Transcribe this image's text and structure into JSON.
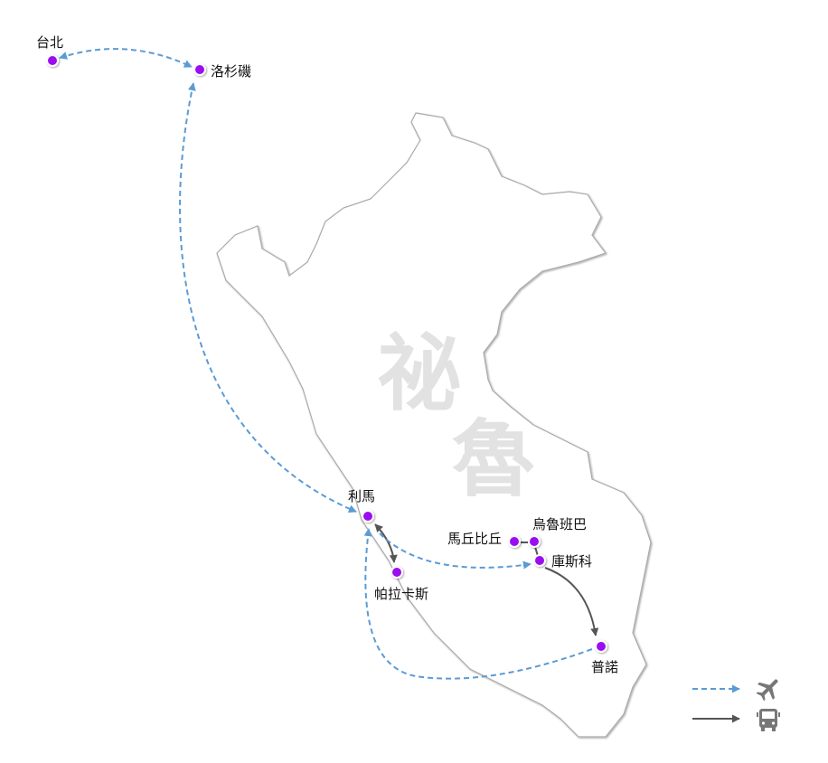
{
  "map": {
    "watermark": [
      "祕",
      "魯"
    ],
    "colors": {
      "flight": "#5b9bd5",
      "bus": "#555555",
      "city": "#9b10f0",
      "outline": "#aaaaaa",
      "watermark": "#e2e2e2"
    },
    "cities": [
      {
        "id": "taipei",
        "name": "台北"
      },
      {
        "id": "los-angeles",
        "name": "洛杉磯"
      },
      {
        "id": "lima",
        "name": "利馬"
      },
      {
        "id": "paracas",
        "name": "帕拉卡斯"
      },
      {
        "id": "machu-picchu",
        "name": "馬丘比丘"
      },
      {
        "id": "urubamba",
        "name": "烏魯班巴"
      },
      {
        "id": "cusco",
        "name": "庫斯科"
      },
      {
        "id": "puno",
        "name": "普諾"
      }
    ],
    "routes": [
      {
        "from": "taipei",
        "to": "los-angeles",
        "mode": "flight",
        "bidirectional": true
      },
      {
        "from": "los-angeles",
        "to": "lima",
        "mode": "flight"
      },
      {
        "from": "lima",
        "to": "paracas",
        "mode": "bus",
        "bidirectional": true
      },
      {
        "from": "lima",
        "to": "cusco",
        "mode": "flight"
      },
      {
        "from": "cusco",
        "to": "puno",
        "mode": "bus"
      },
      {
        "from": "puno",
        "to": "lima",
        "mode": "flight"
      }
    ]
  },
  "legend": [
    {
      "mode": "flight",
      "icon": "airplane-icon"
    },
    {
      "mode": "bus",
      "icon": "bus-icon"
    }
  ]
}
